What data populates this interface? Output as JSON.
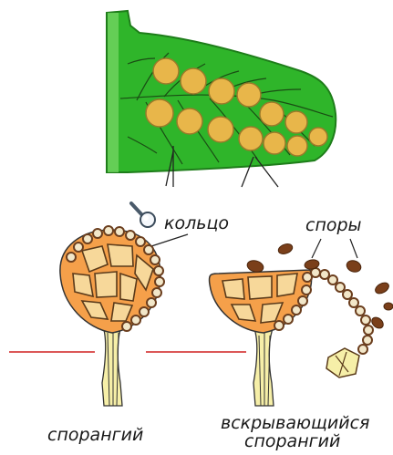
{
  "labels": {
    "ring": "кольцо",
    "spores": "споры",
    "sporangium": "спорангий",
    "opening_line1": "вскрывающийся",
    "opening_line2": "спорангий"
  },
  "icons": {
    "magnifier": "magnifier-icon"
  },
  "colors": {
    "leaf": "#2fb52a",
    "leaf_dark": "#1e7d1a",
    "sorus": "#e8b64a",
    "sorus_center": "#d59a2c",
    "sporangium_fill": "#f5a04a",
    "sporangium_cell": "#f7d89a",
    "stalk": "#f6efa8",
    "ring_bead": "#f2e7c9",
    "ring_bead_dark": "#6b3e1e",
    "spore": "#7a3f1a",
    "pointer_line": "#d02020"
  }
}
